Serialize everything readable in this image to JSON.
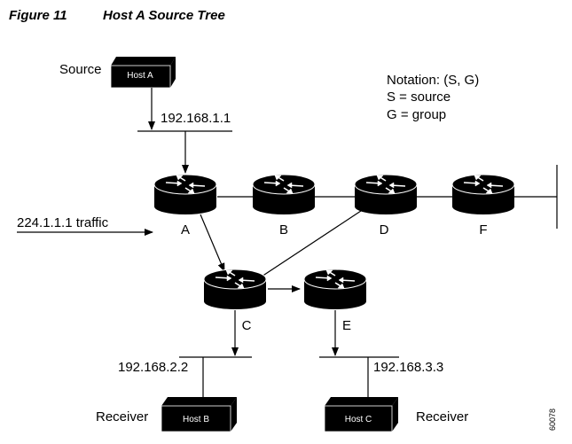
{
  "figure": {
    "number": "Figure 11",
    "title": "Host A Source Tree"
  },
  "notation": {
    "line1": "Notation: (S, G)",
    "line2": "S = source",
    "line3": "G = group"
  },
  "hosts": {
    "a": {
      "name": "Host A",
      "role": "Source"
    },
    "b": {
      "name": "Host B",
      "role": "Receiver"
    },
    "c": {
      "name": "Host C",
      "role": "Receiver"
    }
  },
  "routers": {
    "a": "A",
    "b": "B",
    "c": "C",
    "d": "D",
    "e": "E",
    "f": "F"
  },
  "addresses": {
    "source_net": "192.168.1.1",
    "receiver_b_net": "192.168.2.2",
    "receiver_c_net": "192.168.3.3"
  },
  "traffic": {
    "label": "224.1.1.1 traffic"
  },
  "figure_id": "60078",
  "colors": {
    "device_fill": "#000000",
    "router_fill": "#000000",
    "line": "#000000"
  }
}
